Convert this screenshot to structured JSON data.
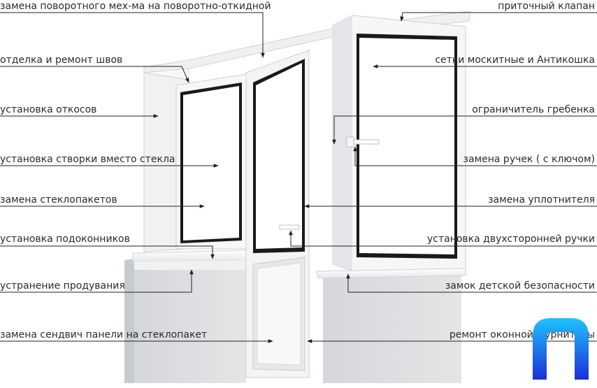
{
  "labels_left": [
    "замена поворотного мех-ма на поворотно-откидной",
    "отделка и ремонт швов",
    "установка откосов",
    "установка створки вместо стекла",
    "замена стеклопакетов",
    "установка подоконников",
    "устранение продувания",
    "замена сендвич панели на стеклопакет"
  ],
  "labels_right": [
    "приточный клапан",
    "сетки москитные и Антикошка",
    "ограничитель гребенка",
    "замена ручек ( с ключом)",
    "замена уплотнителя",
    "установка двухсторонней ручки",
    "замок детской безопасности",
    "ремонт оконной фурнитуры"
  ],
  "colors": {
    "text": "#2b2b2b",
    "frame": "#f4f5f6",
    "frame_shadow": "#c9ccd0",
    "wall": "#d9dbde",
    "glass": "#ffffff",
    "seal": "#1a1a1a",
    "logo_top": "#1fc3ff",
    "logo_bottom": "#1b2fd6"
  },
  "logo": {
    "name": "logo-p-icon"
  }
}
